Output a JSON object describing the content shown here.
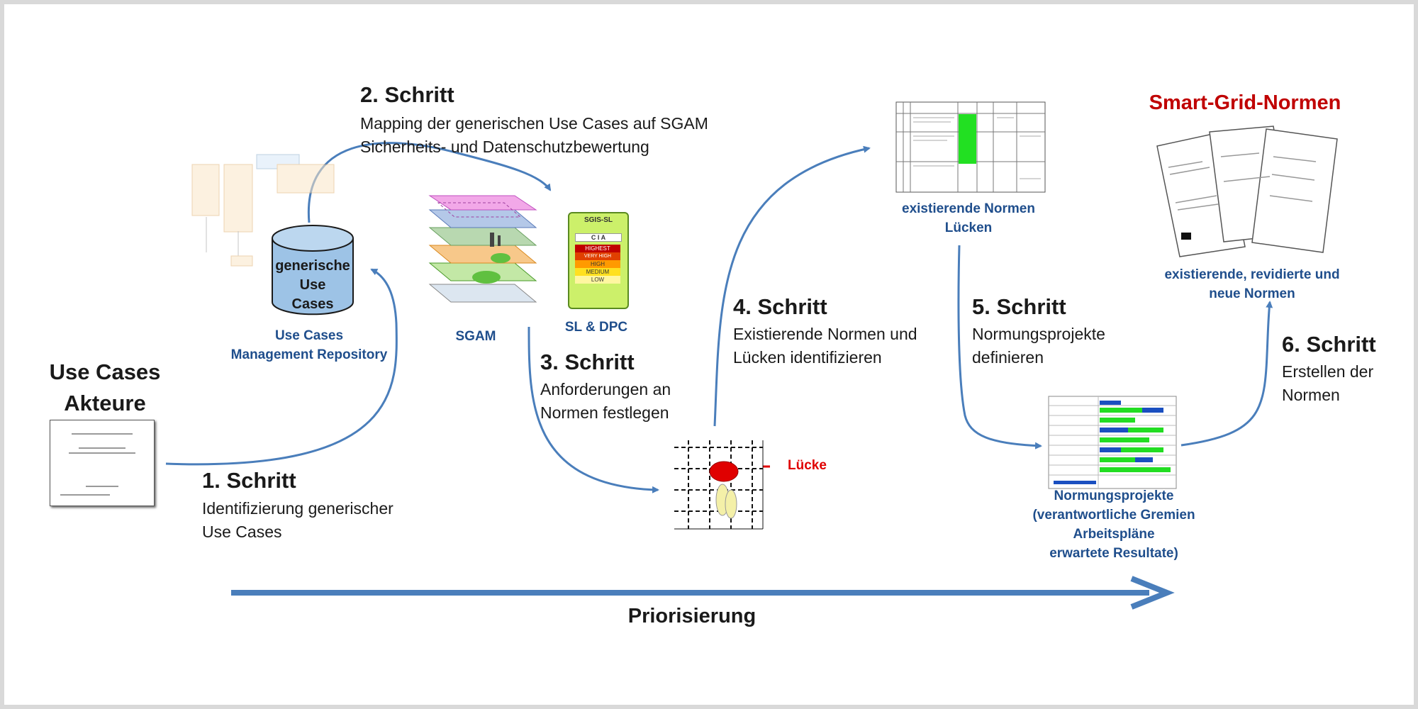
{
  "actors": {
    "line1": "Use Cases",
    "line2": "Akteure"
  },
  "repository": {
    "cylinder": [
      "generische",
      "Use",
      "Cases"
    ],
    "label1": "Use Cases",
    "label2": "Management Repository"
  },
  "step1": {
    "title": "1. Schritt",
    "desc1": "Identifizierung generischer",
    "desc2": "Use Cases"
  },
  "step2": {
    "title": "2. Schritt",
    "desc1": "Mapping der generischen Use Cases auf SGAM",
    "desc2": "Sicherheits- und Datenschutzbewertung"
  },
  "step3": {
    "title": "3. Schritt",
    "desc1": "Anforderungen an",
    "desc2": "Normen festlegen"
  },
  "step4": {
    "title": "4. Schritt",
    "desc1": "Existierende Normen und",
    "desc2": "Lücken identifizieren"
  },
  "step5": {
    "title": "5. Schritt",
    "desc1": "Normungsprojekte",
    "desc2": "definieren"
  },
  "step6": {
    "title": "6. Schritt",
    "desc1": "Erstellen der",
    "desc2": "Normen"
  },
  "sgam": {
    "label": "SGAM"
  },
  "sgis": {
    "label": "SL & DPC",
    "header": "SGIS-SL",
    "cia": "C  I  A",
    "levels": [
      "HIGHEST",
      "VERY HIGH",
      "HIGH",
      "MEDIUM",
      "LOW"
    ]
  },
  "gap": {
    "label": "Lücke"
  },
  "existing": {
    "label1": "existierende Normen",
    "label2": "Lücken"
  },
  "projects": {
    "label1": "Normungsprojekte",
    "label2": "(verantwortliche Gremien",
    "label3": "Arbeitspläne",
    "label4": "erwartete Resultate)"
  },
  "smartgrid": {
    "title": "Smart-Grid-Normen",
    "label1": "existierende, revidierte und",
    "label2": "neue Normen"
  },
  "priorisierung": {
    "label": "Priorisierung"
  },
  "colors": {
    "arrow": "#4a7ebb",
    "labelBlue": "#1f4e8c",
    "red": "#c00000"
  }
}
